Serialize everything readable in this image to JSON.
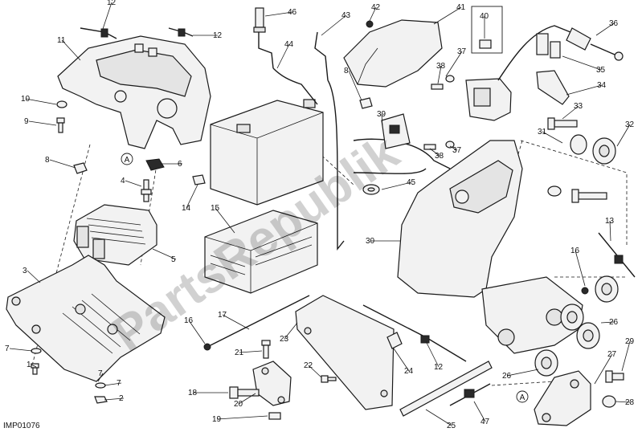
{
  "diagram": {
    "drawing_code": "IMP01076",
    "watermark": "PartsRepublik",
    "callouts": [
      "1",
      "2",
      "3",
      "4",
      "5",
      "6",
      "7",
      "7",
      "7",
      "8",
      "8",
      "9",
      "10",
      "11",
      "12",
      "12",
      "12",
      "13",
      "14",
      "15",
      "16",
      "16",
      "17",
      "18",
      "19",
      "20",
      "21",
      "22",
      "23",
      "24",
      "25",
      "26",
      "26",
      "27",
      "28",
      "29",
      "30",
      "31",
      "32",
      "33",
      "34",
      "35",
      "36",
      "37",
      "37",
      "38",
      "38",
      "39",
      "40",
      "41",
      "42",
      "43",
      "44",
      "45",
      "46",
      "47"
    ],
    "reference_marks": [
      "A",
      "A"
    ]
  }
}
